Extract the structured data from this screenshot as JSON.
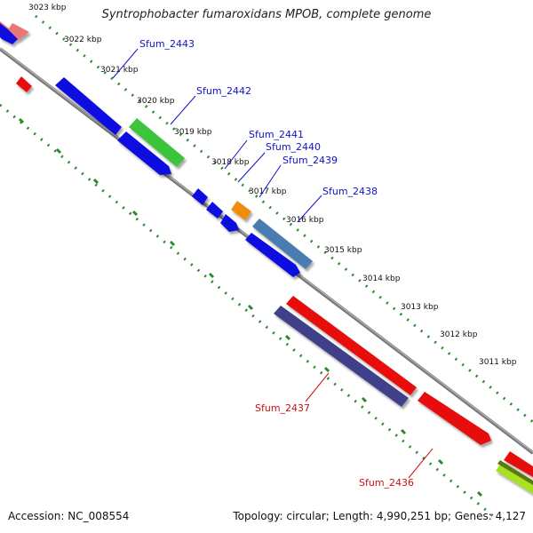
{
  "title": "Syntrophobacter fumaroxidans MPOB, complete genome",
  "footer": {
    "accession": "Accession: NC_008554",
    "summary": "Topology: circular; Length: 4,990,251 bp; Genes: 4,127"
  },
  "tick_labels": [
    "3023 kbp",
    "3022 kbp",
    "3021 kbp",
    "3020 kbp",
    "3019 kbp",
    "3018 kbp",
    "3017 kbp",
    "3016 kbp",
    "3015 kbp",
    "3014 kbp",
    "3013 kbp",
    "3012 kbp",
    "3011 kbp"
  ],
  "gene_labels": {
    "g2443": "Sfum_2443",
    "g2442": "Sfum_2442",
    "g2441": "Sfum_2441",
    "g2440": "Sfum_2440",
    "g2439": "Sfum_2439",
    "g2438": "Sfum_2438",
    "g2437": "Sfum_2437",
    "g2436": "Sfum_2436"
  },
  "colors": {
    "backbone": "#8c8c8c",
    "ruler": "#2a8a2a",
    "forward_label": "#1010c8",
    "reverse_label": "#cc1010",
    "blue": "#1010e0",
    "green": "#3cc43c",
    "orange": "#f08c10",
    "steelblue": "#4a7cb0",
    "red": "#e81010",
    "purple": "#40408a",
    "pink": "#e87878",
    "lime": "#a8e020"
  }
}
